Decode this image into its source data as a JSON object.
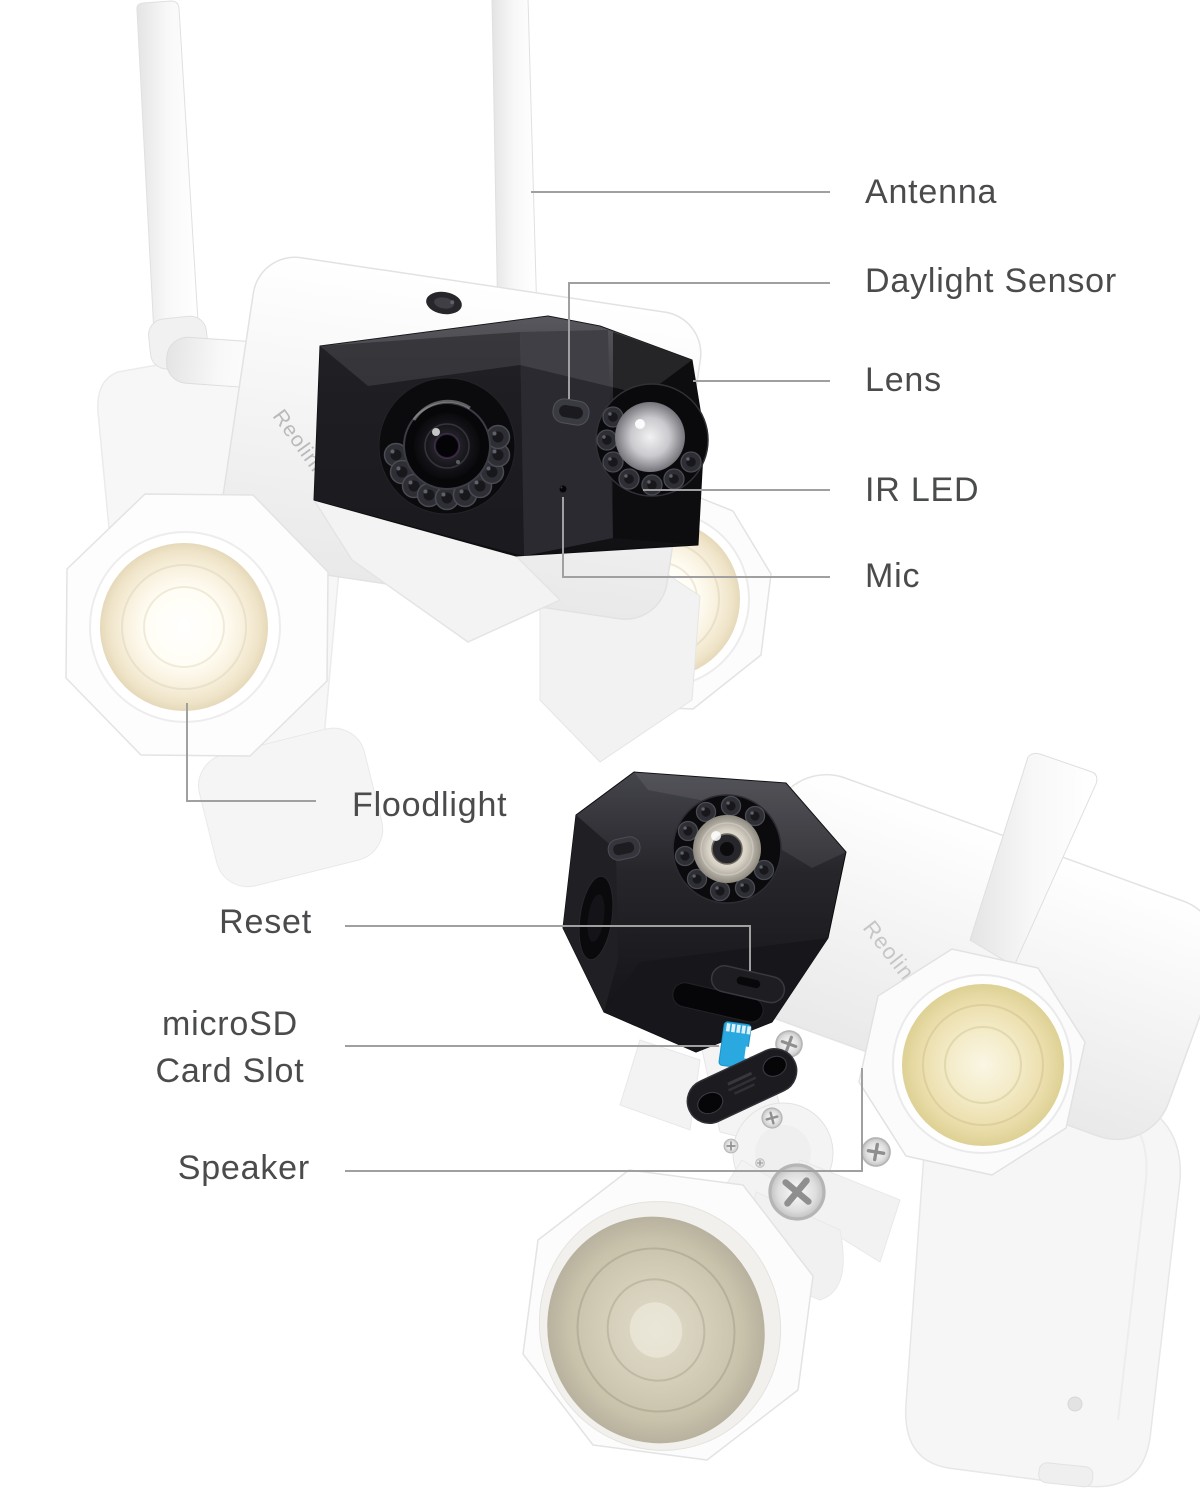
{
  "page": {
    "background": "#ffffff"
  },
  "style": {
    "label_color": "#4a4b4d",
    "callout_line_color": "#a0a0a0",
    "housing_black": "#141418",
    "body_white": "#f6f6f6",
    "sd_card_blue": "#2aa9e1",
    "floodlight_warm": "#f6eed6",
    "floodlight_off_gray": "#cdc7b2"
  },
  "brand": {
    "logo": "Reolink"
  },
  "callouts": {
    "antenna": "Antenna",
    "daylight_sensor": "Daylight Sensor",
    "lens": "Lens",
    "ir_led": "IR LED",
    "mic": "Mic",
    "floodlight": "Floodlight",
    "reset": "Reset",
    "microsd_line1": "microSD",
    "microsd_line2": "Card Slot",
    "speaker": "Speaker"
  }
}
